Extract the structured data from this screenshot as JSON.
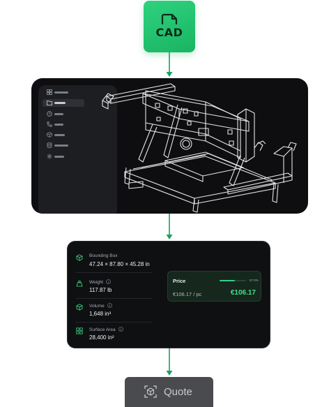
{
  "cad_node": {
    "label": "CAD",
    "icon": "file-icon",
    "color": "#22c26f"
  },
  "viewer": {
    "sidebar_items": [
      {
        "icon": "grid-icon",
        "active": false
      },
      {
        "icon": "folder-icon",
        "active": true
      },
      {
        "icon": "clock-icon",
        "active": false
      },
      {
        "icon": "flow-icon",
        "active": false
      },
      {
        "icon": "cube-icon",
        "active": false
      },
      {
        "icon": "database-icon",
        "active": false
      },
      {
        "icon": "gear-icon",
        "active": false
      }
    ]
  },
  "properties": {
    "bounding_box": {
      "label": "Bounding Box",
      "value": "47.24 × 87.80 × 45.28 in",
      "icon": "cube-icon"
    },
    "weight": {
      "label": "Weight",
      "value": "117.87 lb",
      "icon": "weight-icon"
    },
    "volume": {
      "label": "Volume",
      "value": "1,648 in³",
      "icon": "cube-icon"
    },
    "surface_area": {
      "label": "Surface Area",
      "value": "28,400 in²",
      "icon": "grid-icon"
    }
  },
  "price": {
    "title": "Price",
    "progress_label": "57.0%",
    "progress": 0.57,
    "per_unit": "€106.17 / pc",
    "total": "€106.17",
    "accent": "#3ee08a"
  },
  "quote_button": {
    "label": "Quote",
    "icon": "quote-box-icon"
  }
}
